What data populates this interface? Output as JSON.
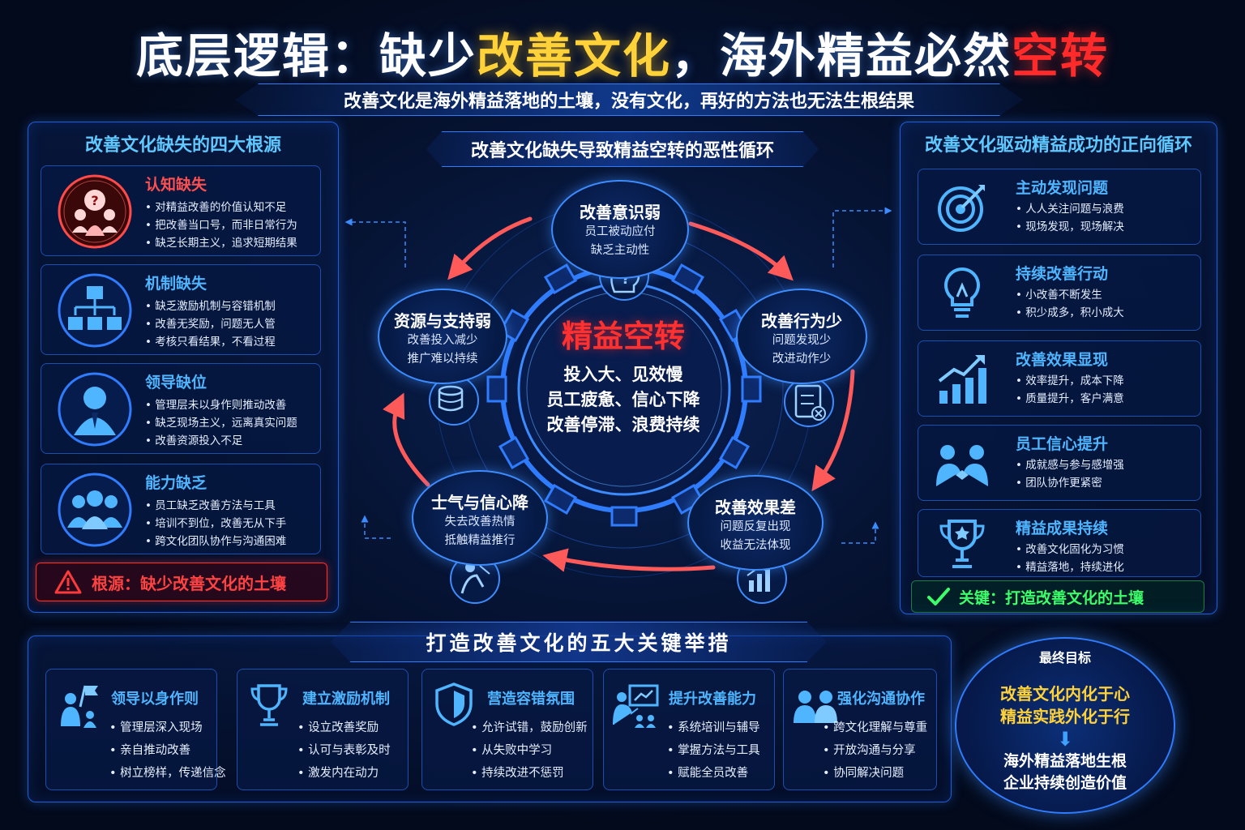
{
  "title": {
    "part1": "底层逻辑：缺少",
    "highlight": "改善文化",
    "part2": "，海外精益必然",
    "red": "空转"
  },
  "subtitle": "改善文化是海外精益落地的土壤，没有文化，再好的方法也无法生根结果",
  "left_panel": {
    "title": "改善文化缺失的四大根源",
    "cards": [
      {
        "title": "认知缺失",
        "icon": "confused-people-icon",
        "items": [
          "对精益改善的价值认知不足",
          "把改善当口号，而非日常行为",
          "缺乏长期主义，追求短期结果"
        ]
      },
      {
        "title": "机制缺失",
        "icon": "org-chart-icon",
        "items": [
          "缺乏激励机制与容错机制",
          "改善无奖励，问题无人管",
          "考核只看结果，不看过程"
        ]
      },
      {
        "title": "领导缺位",
        "icon": "leader-icon",
        "items": [
          "管理层未以身作则推动改善",
          "缺乏现场主义，远离真实问题",
          "改善资源投入不足"
        ]
      },
      {
        "title": "能力缺乏",
        "icon": "team-icon",
        "items": [
          "员工缺乏改善方法与工具",
          "培训不到位，改善无从下手",
          "跨文化团队协作与沟通困难"
        ]
      }
    ],
    "alert": "根源：缺少改善文化的土壤"
  },
  "center": {
    "title": "改善文化缺失导致精益空转的恶性循环",
    "core": {
      "title": "精益空转",
      "lines": [
        "投入大、见效慢",
        "员工疲惫、信心下降",
        "改善停滞、浪费持续"
      ]
    },
    "nodes": [
      {
        "title": "改善意识弱",
        "lines": [
          "员工被动应付",
          "缺乏主动性"
        ]
      },
      {
        "title": "改善行为少",
        "lines": [
          "问题发现少",
          "改进动作少"
        ]
      },
      {
        "title": "改善效果差",
        "lines": [
          "问题反复出现",
          "收益无法体现"
        ]
      },
      {
        "title": "士气与信心降",
        "lines": [
          "失去改善热情",
          "抵触精益推行"
        ]
      },
      {
        "title": "资源与支持弱",
        "lines": [
          "改善投入减少",
          "推广难以持续"
        ]
      }
    ]
  },
  "right_panel": {
    "title": "改善文化驱动精益成功的正向循环",
    "cards": [
      {
        "title": "主动发现问题",
        "icon": "target-icon",
        "items": [
          "人人关注问题与浪费",
          "现场发现，现场解决"
        ]
      },
      {
        "title": "持续改善行动",
        "icon": "lightbulb-icon",
        "items": [
          "小改善不断发生",
          "积少成多，积小成大"
        ]
      },
      {
        "title": "改善效果显现",
        "icon": "growth-chart-icon",
        "items": [
          "效率提升，成本下降",
          "质量提升，客户满意"
        ]
      },
      {
        "title": "员工信心提升",
        "icon": "handshake-icon",
        "items": [
          "成就感与参与感增强",
          "团队协作更紧密"
        ]
      },
      {
        "title": "精益成果持续",
        "icon": "trophy-icon",
        "items": [
          "改善文化固化为习惯",
          "精益落地，持续进化"
        ]
      }
    ],
    "key": "关键：打造改善文化的土壤"
  },
  "bottom": {
    "title": "打造改善文化的五大关键举措",
    "cards": [
      {
        "title": "领导以身作则",
        "icon": "flag-person-icon",
        "items": [
          "管理层深入现场",
          "亲自推动改善",
          "树立榜样，传递信念"
        ]
      },
      {
        "title": "建立激励机制",
        "icon": "trophy-icon",
        "items": [
          "设立改善奖励",
          "认可与表彰及时",
          "激发内在动力"
        ]
      },
      {
        "title": "营造容错氛围",
        "icon": "shield-icon",
        "items": [
          "允许试错，鼓励创新",
          "从失败中学习",
          "持续改进不惩罚"
        ]
      },
      {
        "title": "提升改善能力",
        "icon": "training-icon",
        "items": [
          "系统培训与辅导",
          "掌握方法与工具",
          "赋能全员改善"
        ]
      },
      {
        "title": "强化沟通协作",
        "icon": "collaboration-icon",
        "items": [
          "跨文化理解与尊重",
          "开放沟通与分享",
          "协同解决问题"
        ]
      }
    ]
  },
  "goal": {
    "label": "最终目标",
    "top_lines": [
      "改善文化内化于心",
      "精益实践外化于行"
    ],
    "arrow": "⬇",
    "bottom_lines": [
      "海外精益落地生根",
      "企业持续创造价值"
    ]
  },
  "colors": {
    "accent": "#2f7cff",
    "title_highlight": "#ffd23a",
    "danger": "#ff3030",
    "success": "#3dff6a",
    "card_title": "#4fb5ff"
  }
}
